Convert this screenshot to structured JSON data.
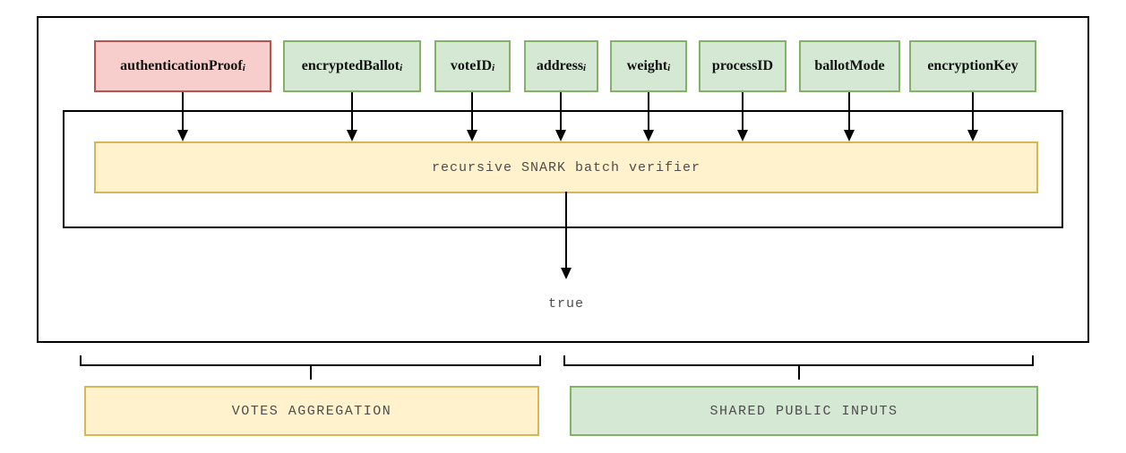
{
  "diagram": {
    "inputs": [
      {
        "text": "authenticationProof",
        "sub": "i",
        "kind": "authentication-proof"
      },
      {
        "text": "encryptedBallot",
        "sub": "i",
        "kind": "encrypted-ballot"
      },
      {
        "text": "voteID",
        "sub": "i",
        "kind": "vote-id"
      },
      {
        "text": "address",
        "sub": "i",
        "kind": "address"
      },
      {
        "text": "weight",
        "sub": "i",
        "kind": "weight"
      },
      {
        "text": "processID",
        "sub": "",
        "kind": "process-id"
      },
      {
        "text": "ballotMode",
        "sub": "",
        "kind": "ballot-mode"
      },
      {
        "text": "encryptionKey",
        "sub": "",
        "kind": "encryption-key"
      }
    ],
    "verifier_label": "recursive SNARK batch verifier",
    "output_label": "true",
    "groups": {
      "votes_aggregation": "VOTES AGGREGATION",
      "shared_public_inputs": "SHARED PUBLIC INPUTS"
    },
    "colors": {
      "auth_fill": "#f8cecc",
      "auth_border": "#b85450",
      "green_fill": "#d5e8d4",
      "green_border": "#82b366",
      "yellow_fill": "#fff2cc",
      "yellow_border": "#d6b656",
      "line": "#000000",
      "mono_text": "#4d4d4d"
    }
  }
}
